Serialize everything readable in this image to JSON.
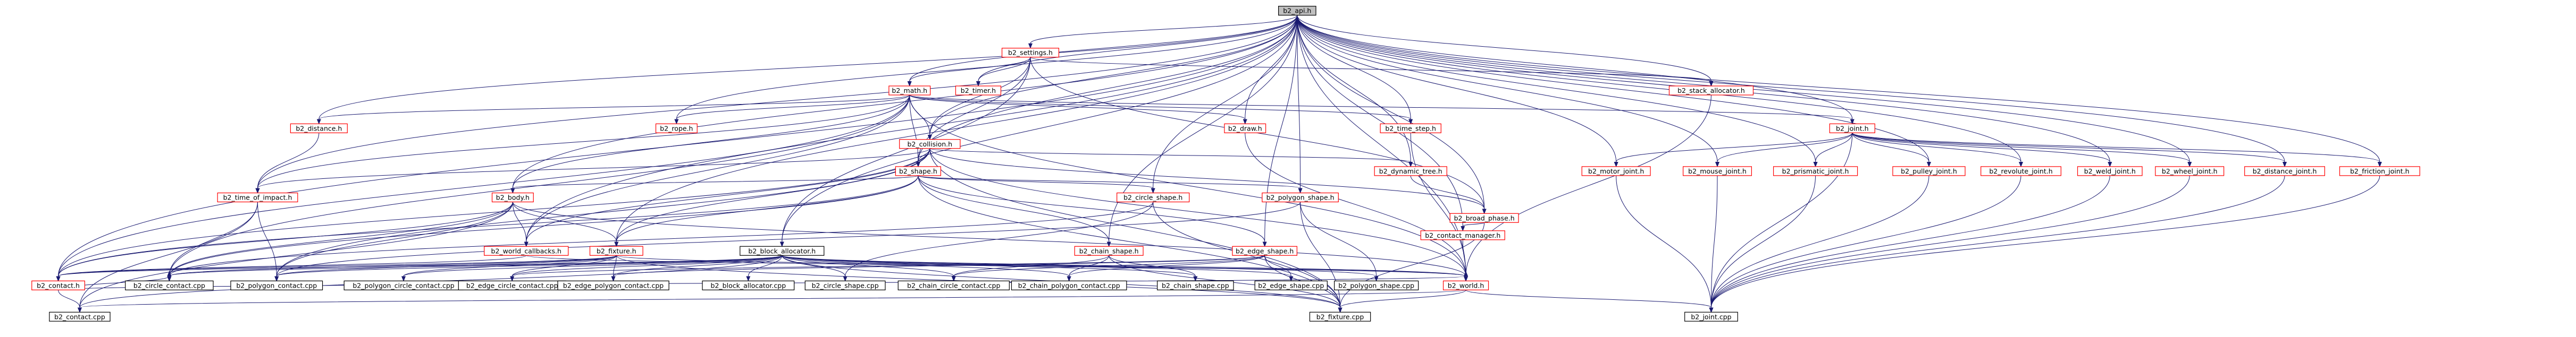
{
  "colors": {
    "api_fill": "#bfbfbf",
    "red_border": "#ff0000",
    "black_border": "#000000",
    "edge": "#191970",
    "text": "#000000",
    "background": "#ffffff"
  },
  "nodes": [
    {
      "id": "api",
      "label": "b2_api.h",
      "style": "current"
    },
    {
      "id": "settings",
      "label": "b2_settings.h",
      "style": "red"
    },
    {
      "id": "timer",
      "label": "b2_timer.h",
      "style": "red"
    },
    {
      "id": "math",
      "label": "b2_math.h",
      "style": "red"
    },
    {
      "id": "stack",
      "label": "b2_stack_allocator.h",
      "style": "red"
    },
    {
      "id": "distance",
      "label": "b2_distance.h",
      "style": "red"
    },
    {
      "id": "rope",
      "label": "b2_rope.h",
      "style": "red"
    },
    {
      "id": "collision",
      "label": "b2_collision.h",
      "style": "red"
    },
    {
      "id": "timestep",
      "label": "b2_time_step.h",
      "style": "red"
    },
    {
      "id": "draw",
      "label": "b2_draw.h",
      "style": "red"
    },
    {
      "id": "joint",
      "label": "b2_joint.h",
      "style": "red"
    },
    {
      "id": "shape",
      "label": "b2_shape.h",
      "style": "red"
    },
    {
      "id": "dyntree",
      "label": "b2_dynamic_tree.h",
      "style": "red"
    },
    {
      "id": "toi",
      "label": "b2_time_of_impact.h",
      "style": "red"
    },
    {
      "id": "body",
      "label": "b2_body.h",
      "style": "red"
    },
    {
      "id": "circleshape",
      "label": "b2_circle_shape.h",
      "style": "red"
    },
    {
      "id": "polyshape",
      "label": "b2_polygon_shape.h",
      "style": "red"
    },
    {
      "id": "broad",
      "label": "b2_broad_phase.h",
      "style": "red"
    },
    {
      "id": "motorj",
      "label": "b2_motor_joint.h",
      "style": "red"
    },
    {
      "id": "mousej",
      "label": "b2_mouse_joint.h",
      "style": "red"
    },
    {
      "id": "prismj",
      "label": "b2_prismatic_joint.h",
      "style": "red"
    },
    {
      "id": "pulleyj",
      "label": "b2_pulley_joint.h",
      "style": "red"
    },
    {
      "id": "revj",
      "label": "b2_revolute_joint.h",
      "style": "red"
    },
    {
      "id": "weldj",
      "label": "b2_weld_joint.h",
      "style": "red"
    },
    {
      "id": "wheelj",
      "label": "b2_wheel_joint.h",
      "style": "red"
    },
    {
      "id": "distj",
      "label": "b2_distance_joint.h",
      "style": "red"
    },
    {
      "id": "fricj",
      "label": "b2_friction_joint.h",
      "style": "red"
    },
    {
      "id": "worldcb",
      "label": "b2_world_callbacks.h",
      "style": "red"
    },
    {
      "id": "fixture",
      "label": "b2_fixture.h",
      "style": "red"
    },
    {
      "id": "block",
      "label": "b2_block_allocator.h",
      "style": "black"
    },
    {
      "id": "chainshape",
      "label": "b2_chain_shape.h",
      "style": "red"
    },
    {
      "id": "edgeshape",
      "label": "b2_edge_shape.h",
      "style": "red"
    },
    {
      "id": "cmgr",
      "label": "b2_contact_manager.h",
      "style": "red"
    },
    {
      "id": "contact",
      "label": "b2_contact.h",
      "style": "red"
    },
    {
      "id": "circcontact",
      "label": "b2_circle_contact.cpp",
      "style": "black"
    },
    {
      "id": "polycontact",
      "label": "b2_polygon_contact.cpp",
      "style": "black"
    },
    {
      "id": "pccontact",
      "label": "b2_polygon_circle_contact.cpp",
      "style": "black"
    },
    {
      "id": "eccontact",
      "label": "b2_edge_circle_contact.cpp",
      "style": "black"
    },
    {
      "id": "epcontact",
      "label": "b2_edge_polygon_contact.cpp",
      "style": "black"
    },
    {
      "id": "blockcpp",
      "label": "b2_block_allocator.cpp",
      "style": "black"
    },
    {
      "id": "circshapecpp",
      "label": "b2_circle_shape.cpp",
      "style": "black"
    },
    {
      "id": "cccontact",
      "label": "b2_chain_circle_contact.cpp",
      "style": "black"
    },
    {
      "id": "cpcontact",
      "label": "b2_chain_polygon_contact.cpp",
      "style": "black"
    },
    {
      "id": "chainshapecpp",
      "label": "b2_chain_shape.cpp",
      "style": "black"
    },
    {
      "id": "edgeshapecpp",
      "label": "b2_edge_shape.cpp",
      "style": "black"
    },
    {
      "id": "polyshapecpp",
      "label": "b2_polygon_shape.cpp",
      "style": "black"
    },
    {
      "id": "world",
      "label": "b2_world.h",
      "style": "red"
    },
    {
      "id": "contactcpp",
      "label": "b2_contact.cpp",
      "style": "black"
    },
    {
      "id": "fixturecpp",
      "label": "b2_fixture.cpp",
      "style": "black"
    },
    {
      "id": "jointcpp",
      "label": "b2_joint.cpp",
      "style": "black"
    }
  ],
  "edges": [
    [
      "api",
      "settings"
    ],
    [
      "api",
      "timer"
    ],
    [
      "api",
      "math"
    ],
    [
      "api",
      "stack"
    ],
    [
      "api",
      "distance"
    ],
    [
      "api",
      "rope"
    ],
    [
      "api",
      "collision"
    ],
    [
      "api",
      "timestep"
    ],
    [
      "api",
      "draw"
    ],
    [
      "api",
      "joint"
    ],
    [
      "api",
      "shape"
    ],
    [
      "api",
      "dyntree"
    ],
    [
      "api",
      "toi"
    ],
    [
      "api",
      "body"
    ],
    [
      "api",
      "circleshape"
    ],
    [
      "api",
      "polyshape"
    ],
    [
      "api",
      "broad"
    ],
    [
      "api",
      "motorj"
    ],
    [
      "api",
      "mousej"
    ],
    [
      "api",
      "prismj"
    ],
    [
      "api",
      "pulleyj"
    ],
    [
      "api",
      "revj"
    ],
    [
      "api",
      "weldj"
    ],
    [
      "api",
      "wheelj"
    ],
    [
      "api",
      "distj"
    ],
    [
      "api",
      "fricj"
    ],
    [
      "api",
      "worldcb"
    ],
    [
      "api",
      "fixture"
    ],
    [
      "api",
      "block"
    ],
    [
      "api",
      "chainshape"
    ],
    [
      "api",
      "edgeshape"
    ],
    [
      "api",
      "cmgr"
    ],
    [
      "api",
      "contact"
    ],
    [
      "api",
      "world"
    ],
    [
      "settings",
      "timer"
    ],
    [
      "settings",
      "math"
    ],
    [
      "settings",
      "stack"
    ],
    [
      "settings",
      "collision"
    ],
    [
      "settings",
      "block"
    ],
    [
      "settings",
      "shape"
    ],
    [
      "settings",
      "broad"
    ],
    [
      "math",
      "distance"
    ],
    [
      "math",
      "rope"
    ],
    [
      "math",
      "collision"
    ],
    [
      "math",
      "timestep"
    ],
    [
      "math",
      "draw"
    ],
    [
      "math",
      "joint"
    ],
    [
      "math",
      "shape"
    ],
    [
      "math",
      "body"
    ],
    [
      "math",
      "toi"
    ],
    [
      "math",
      "worldcb"
    ],
    [
      "math",
      "contact"
    ],
    [
      "math",
      "circcontact"
    ],
    [
      "math",
      "world"
    ],
    [
      "stack",
      "world"
    ],
    [
      "distance",
      "toi"
    ],
    [
      "collision",
      "shape"
    ],
    [
      "collision",
      "dyntree"
    ],
    [
      "collision",
      "toi"
    ],
    [
      "collision",
      "fixture"
    ],
    [
      "collision",
      "worldcb"
    ],
    [
      "collision",
      "contact"
    ],
    [
      "collision",
      "polycontact"
    ],
    [
      "collision",
      "broad"
    ],
    [
      "collision",
      "fixturecpp"
    ],
    [
      "collision",
      "world"
    ],
    [
      "timestep",
      "world"
    ],
    [
      "draw",
      "world"
    ],
    [
      "joint",
      "motorj"
    ],
    [
      "joint",
      "mousej"
    ],
    [
      "joint",
      "prismj"
    ],
    [
      "joint",
      "pulleyj"
    ],
    [
      "joint",
      "revj"
    ],
    [
      "joint",
      "weldj"
    ],
    [
      "joint",
      "wheelj"
    ],
    [
      "joint",
      "distj"
    ],
    [
      "joint",
      "fricj"
    ],
    [
      "joint",
      "jointcpp"
    ],
    [
      "shape",
      "body"
    ],
    [
      "shape",
      "fixture"
    ],
    [
      "shape",
      "circleshape"
    ],
    [
      "shape",
      "polyshape"
    ],
    [
      "shape",
      "chainshape"
    ],
    [
      "shape",
      "edgeshape"
    ],
    [
      "shape",
      "contact"
    ],
    [
      "shape",
      "circcontact"
    ],
    [
      "shape",
      "fixturecpp"
    ],
    [
      "dyntree",
      "broad"
    ],
    [
      "broad",
      "cmgr"
    ],
    [
      "broad",
      "fixturecpp"
    ],
    [
      "toi",
      "circcontact"
    ],
    [
      "toi",
      "polycontact"
    ],
    [
      "toi",
      "contactcpp"
    ],
    [
      "body",
      "worldcb"
    ],
    [
      "body",
      "fixture"
    ],
    [
      "body",
      "contact"
    ],
    [
      "body",
      "circcontact"
    ],
    [
      "body",
      "polycontact"
    ],
    [
      "body",
      "world"
    ],
    [
      "body",
      "contactcpp"
    ],
    [
      "circleshape",
      "circshapecpp"
    ],
    [
      "circleshape",
      "circcontact"
    ],
    [
      "circleshape",
      "fixturecpp"
    ],
    [
      "polyshape",
      "polyshapecpp"
    ],
    [
      "polyshape",
      "polycontact"
    ],
    [
      "polyshape",
      "fixturecpp"
    ],
    [
      "motorj",
      "jointcpp"
    ],
    [
      "mousej",
      "jointcpp"
    ],
    [
      "prismj",
      "jointcpp"
    ],
    [
      "pulleyj",
      "jointcpp"
    ],
    [
      "revj",
      "jointcpp"
    ],
    [
      "weldj",
      "jointcpp"
    ],
    [
      "wheelj",
      "jointcpp"
    ],
    [
      "distj",
      "jointcpp"
    ],
    [
      "fricj",
      "jointcpp"
    ],
    [
      "worldcb",
      "contact"
    ],
    [
      "worldcb",
      "world"
    ],
    [
      "fixture",
      "contact"
    ],
    [
      "fixture",
      "circcontact"
    ],
    [
      "fixture",
      "polycontact"
    ],
    [
      "fixture",
      "pccontact"
    ],
    [
      "fixture",
      "eccontact"
    ],
    [
      "fixture",
      "epcontact"
    ],
    [
      "fixture",
      "world"
    ],
    [
      "fixture",
      "fixturecpp"
    ],
    [
      "block",
      "contact"
    ],
    [
      "block",
      "circcontact"
    ],
    [
      "block",
      "polycontact"
    ],
    [
      "block",
      "pccontact"
    ],
    [
      "block",
      "eccontact"
    ],
    [
      "block",
      "epcontact"
    ],
    [
      "block",
      "blockcpp"
    ],
    [
      "block",
      "circshapecpp"
    ],
    [
      "block",
      "cccontact"
    ],
    [
      "block",
      "cpcontact"
    ],
    [
      "block",
      "chainshapecpp"
    ],
    [
      "block",
      "edgeshapecpp"
    ],
    [
      "block",
      "polyshapecpp"
    ],
    [
      "block",
      "world"
    ],
    [
      "block",
      "contactcpp"
    ],
    [
      "block",
      "fixturecpp"
    ],
    [
      "chainshape",
      "chainshapecpp"
    ],
    [
      "chainshape",
      "cccontact"
    ],
    [
      "chainshape",
      "cpcontact"
    ],
    [
      "chainshape",
      "fixturecpp"
    ],
    [
      "edgeshape",
      "edgeshapecpp"
    ],
    [
      "edgeshape",
      "eccontact"
    ],
    [
      "edgeshape",
      "epcontact"
    ],
    [
      "edgeshape",
      "cccontact"
    ],
    [
      "edgeshape",
      "cpcontact"
    ],
    [
      "edgeshape",
      "fixturecpp"
    ],
    [
      "cmgr",
      "world"
    ],
    [
      "contact",
      "contactcpp"
    ],
    [
      "contact",
      "circcontact"
    ],
    [
      "contact",
      "world"
    ],
    [
      "world",
      "fixturecpp"
    ],
    [
      "world",
      "jointcpp"
    ],
    [
      "world",
      "contactcpp"
    ]
  ]
}
